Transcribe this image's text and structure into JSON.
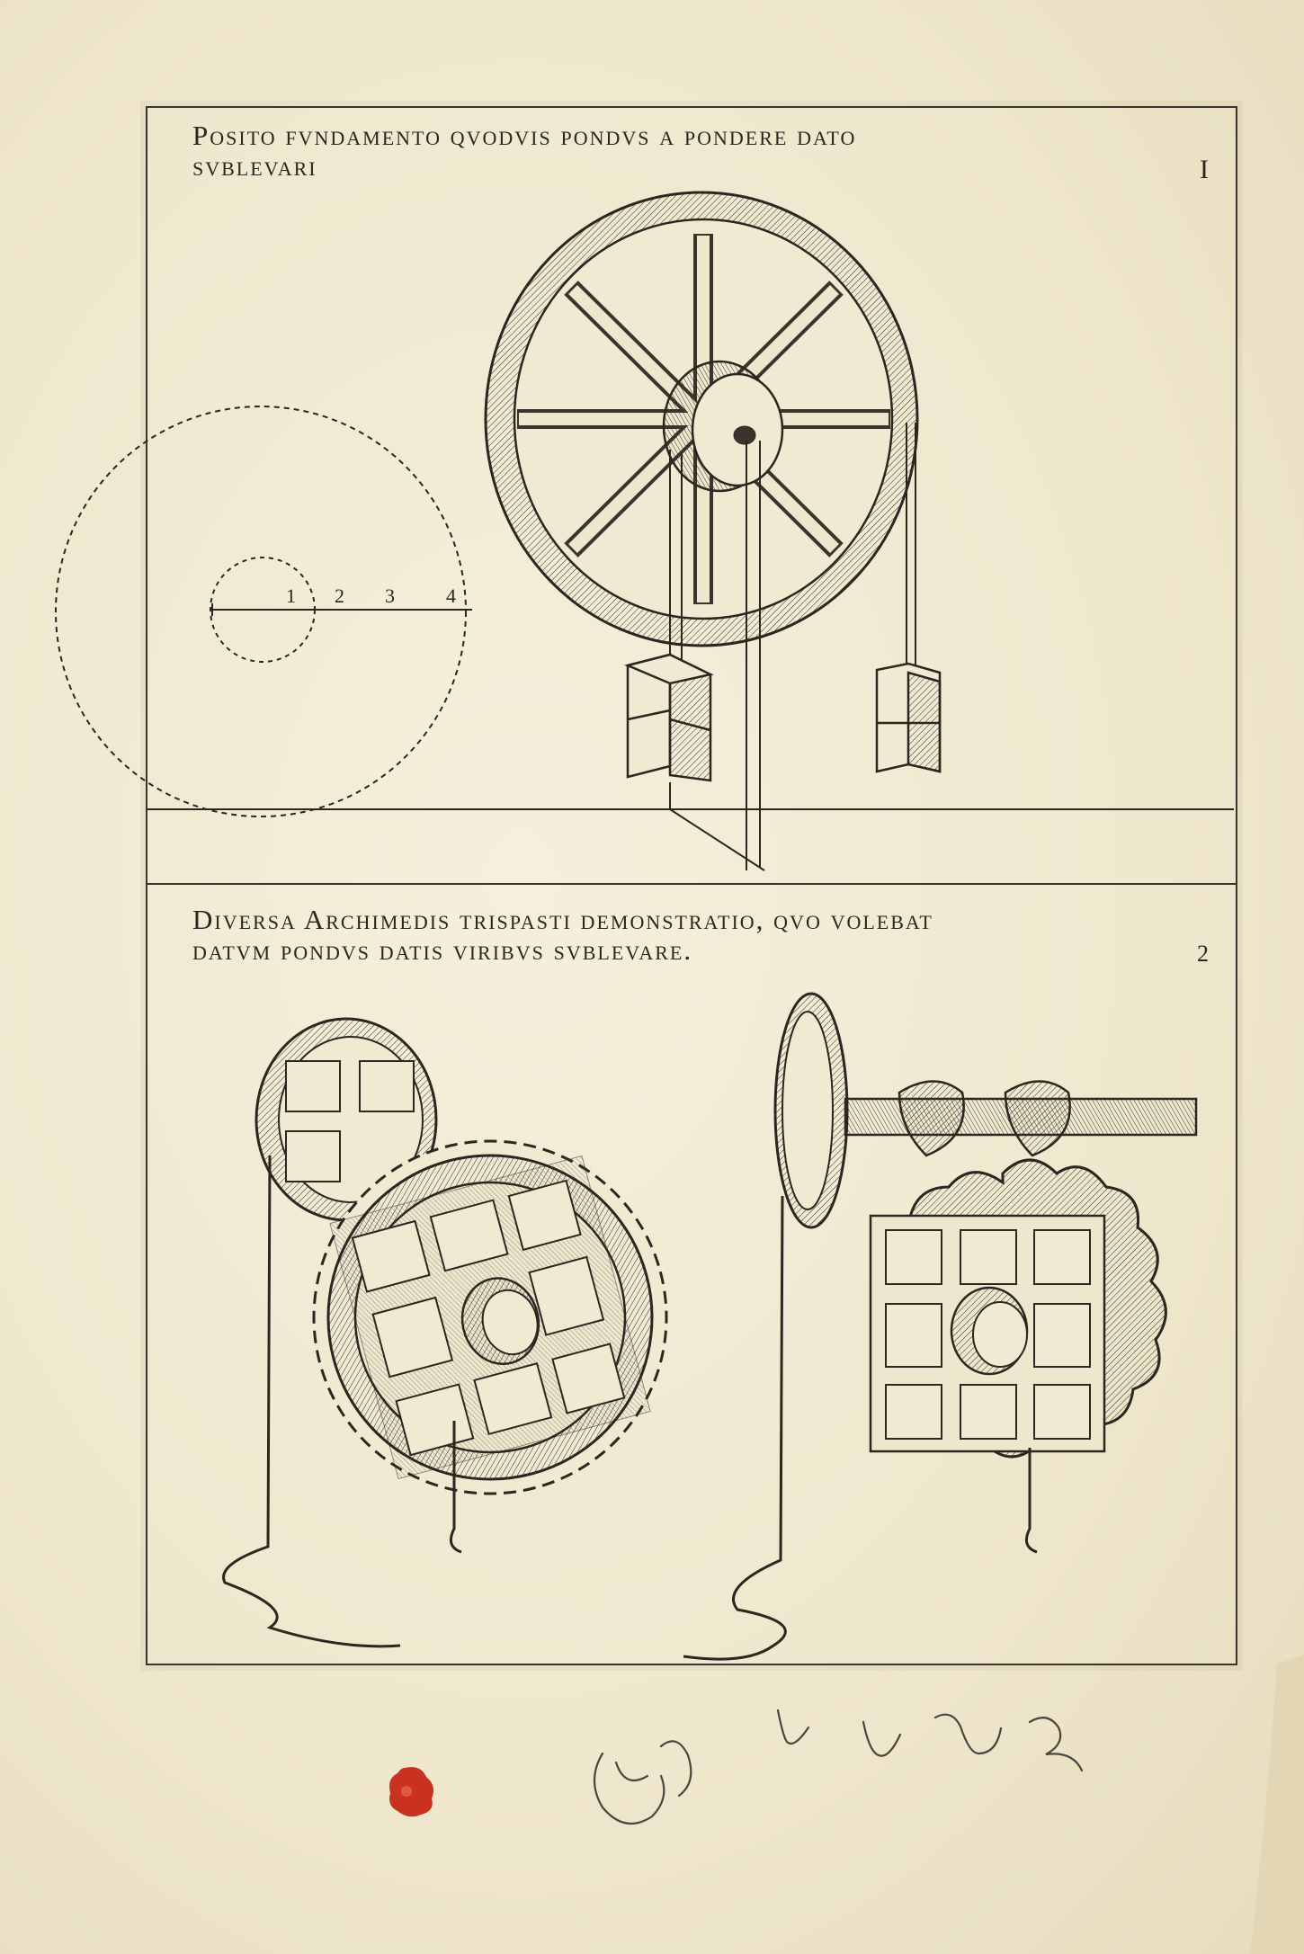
{
  "figure_1": {
    "caption_line_1": "Posito fvndamento  qvodvis pondvs a pondere  dato",
    "caption_line_2": "svblevari",
    "plate_number": "I",
    "scale_marks": [
      "1",
      "2",
      "3",
      "4"
    ]
  },
  "figure_2": {
    "caption_line_1": "Diversa Archimedis  trispasti  demonstratio, qvo volebat",
    "caption_line_2": "datvm pondvs  datis  viribvs  svblevare.",
    "plate_number": "2"
  },
  "colors": {
    "paper": "#f1ead3",
    "ink": "#2b2620",
    "seal_red": "#c8321f"
  },
  "icons": [
    "pulley-wheel-engraving",
    "gear-train-engraving",
    "worm-gear-engraving",
    "red-seal",
    "handwritten-notes"
  ]
}
